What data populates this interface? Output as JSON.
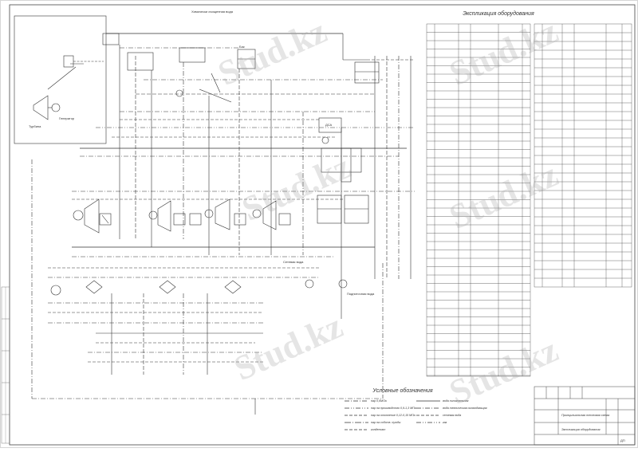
{
  "document": {
    "spec_title": "Экспликация оборудования",
    "legend_title": "Условные обозначения",
    "legend_items": [
      {
        "label": "пар 0,6МПа",
        "style": "dashdot"
      },
      {
        "label": "пар на производство 0,9-1,3 МПа",
        "style": "dashdot2"
      },
      {
        "label": "пар на отопление 0,12-0,15 МПа",
        "style": "dash"
      },
      {
        "label": "пар на собств. нужды",
        "style": "dashdot3"
      },
      {
        "label": "конденсат",
        "style": "dash"
      },
      {
        "label": "вода питательная",
        "style": "solid"
      },
      {
        "label": "вода техническая охлаждающая",
        "style": "dashdot"
      },
      {
        "label": "сетевая вода",
        "style": "dash"
      },
      {
        "label": "газ",
        "style": "dashdot2"
      }
    ],
    "stamp_line1": "Принципиальная тепловая схема",
    "stamp_line2": "Экспликация оборудования",
    "stamp_code": "ДП",
    "plot_labels": {
      "generator": "Генератор",
      "turbine": "Турбина",
      "deaerator": "ДСА",
      "network_water": "Сетевая вода",
      "makeup": "Подпиточная вода",
      "tank": "Бак",
      "chem_water": "Химически очищенная вода"
    }
  }
}
